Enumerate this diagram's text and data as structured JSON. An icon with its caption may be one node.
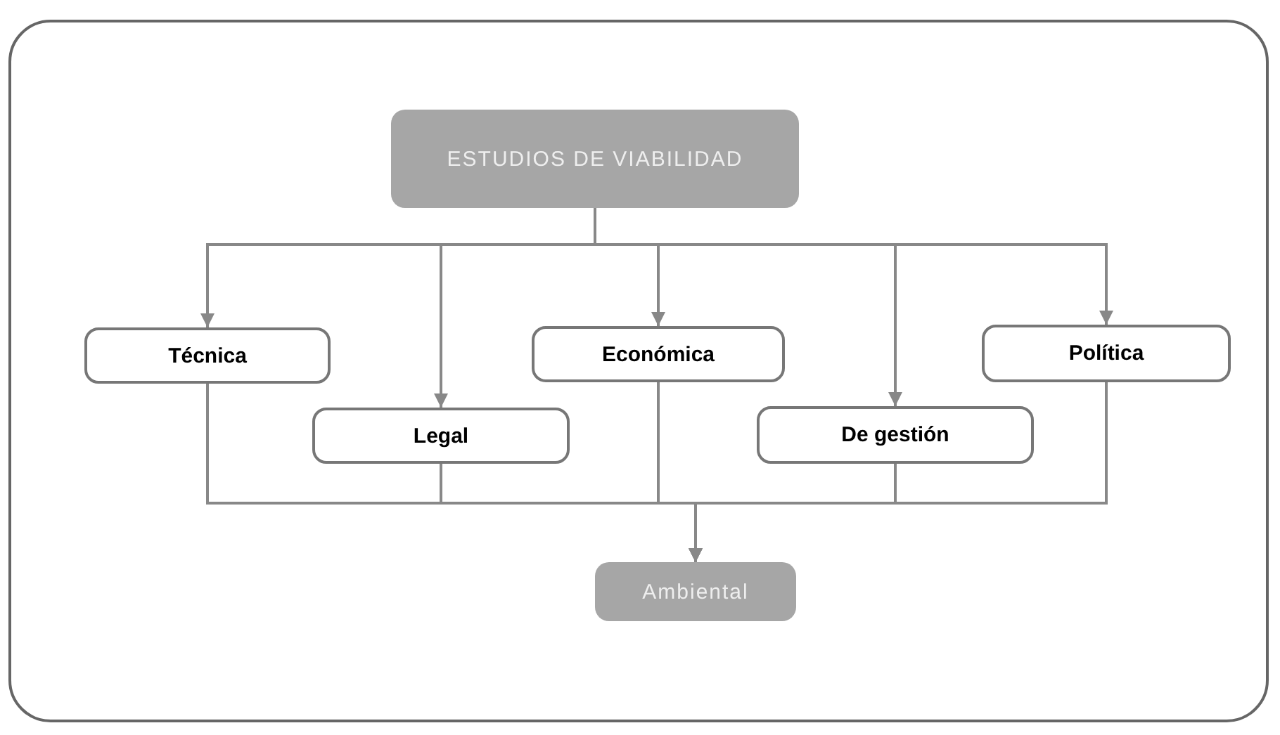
{
  "diagram": {
    "nodes": [
      {
        "text": [
          "ESTUDIOS DE VIABILIDAD"
        ]
      },
      {
        "text": [
          "Técnica"
        ]
      },
      {
        "text": [
          "Legal"
        ]
      },
      {
        "text": [
          "Económica"
        ]
      },
      {
        "text": [
          "De gestión"
        ]
      },
      {
        "text": [
          "Política"
        ]
      },
      {
        "text": [
          "Ambiental"
        ]
      }
    ],
    "edges": [
      {
        "from": 0,
        "to": 1,
        "arrow": "to"
      },
      {
        "from": 0,
        "to": 2,
        "arrow": "to"
      },
      {
        "from": 0,
        "to": 3,
        "arrow": "to"
      },
      {
        "from": 0,
        "to": 4,
        "arrow": "to"
      },
      {
        "from": 0,
        "to": 5,
        "arrow": "to"
      },
      {
        "from": 1,
        "to": 6,
        "arrow": "to"
      },
      {
        "from": 2,
        "to": 6,
        "arrow": "to"
      },
      {
        "from": 3,
        "to": 6,
        "arrow": "to"
      },
      {
        "from": 4,
        "to": 6,
        "arrow": "to"
      },
      {
        "from": 5,
        "to": 6,
        "arrow": "to"
      }
    ]
  }
}
